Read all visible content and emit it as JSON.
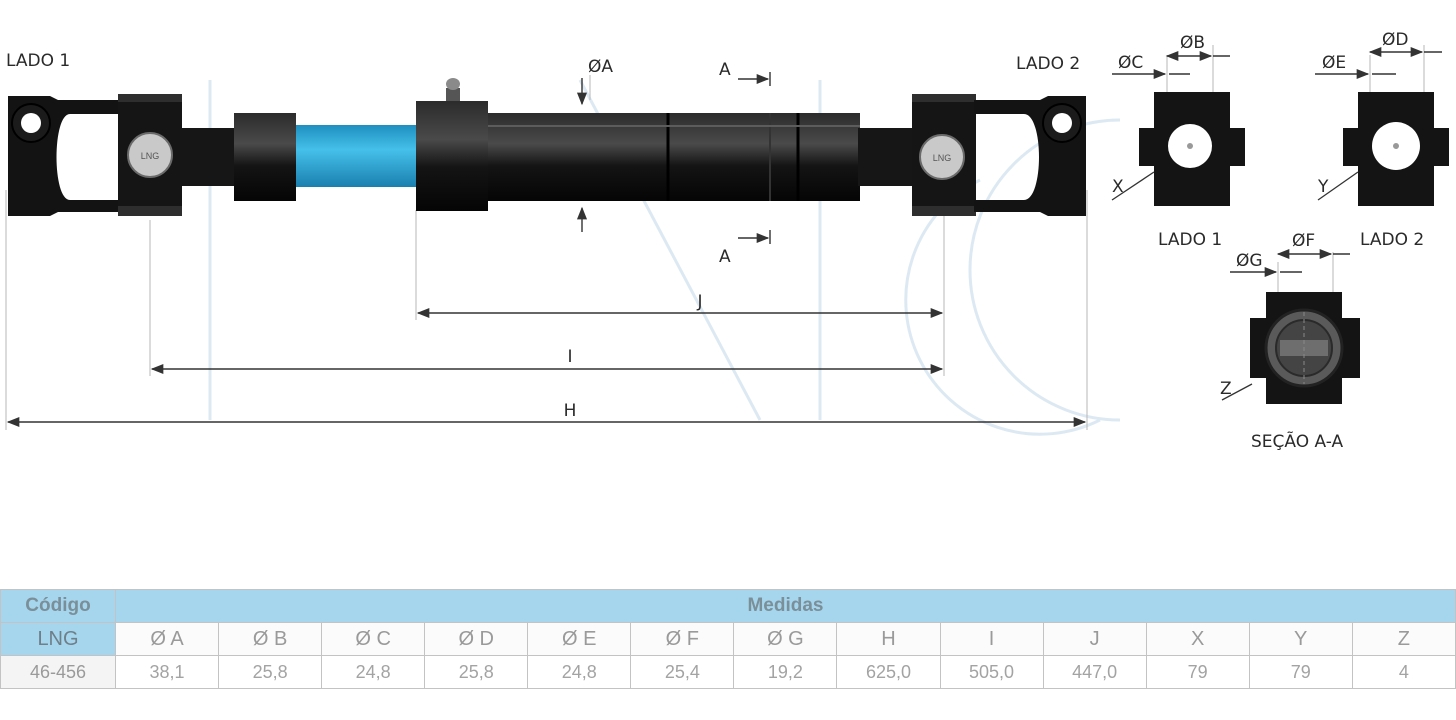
{
  "labels": {
    "side1": "LADO 1",
    "side2": "LADO 2",
    "side1_detail": "LADO 1",
    "side2_detail": "LADO 2",
    "section": "SEÇÃO A-A",
    "section_mark_top": "A",
    "section_mark_bottom": "A",
    "dia_a": "ØA",
    "dia_b": "ØB",
    "dia_c": "ØC",
    "dia_d": "ØD",
    "dia_e": "ØE",
    "dia_f": "ØF",
    "dia_g": "ØG",
    "len_h": "H",
    "len_i": "I",
    "len_j": "J",
    "part_x": "X",
    "part_y": "Y",
    "part_z": "Z",
    "logo": "LNG"
  },
  "colors": {
    "shaft": "#111111",
    "shaft_highlight": "#3a3a3a",
    "tube_accent": "#2aa7d6",
    "cross_cap": "#c9c9c9",
    "table_header": "#a6d6ee"
  },
  "table": {
    "code_header": "Código",
    "measures_header": "Medidas",
    "brand": "LNG",
    "columns": [
      "Ø A",
      "Ø B",
      "Ø C",
      "Ø D",
      "Ø E",
      "Ø F",
      "Ø G",
      "H",
      "I",
      "J",
      "X",
      "Y",
      "Z"
    ],
    "code": "46-456",
    "values": [
      "38,1",
      "25,8",
      "24,8",
      "25,8",
      "24,8",
      "25,4",
      "19,2",
      "625,0",
      "505,0",
      "447,0",
      "79",
      "79",
      "4"
    ]
  }
}
